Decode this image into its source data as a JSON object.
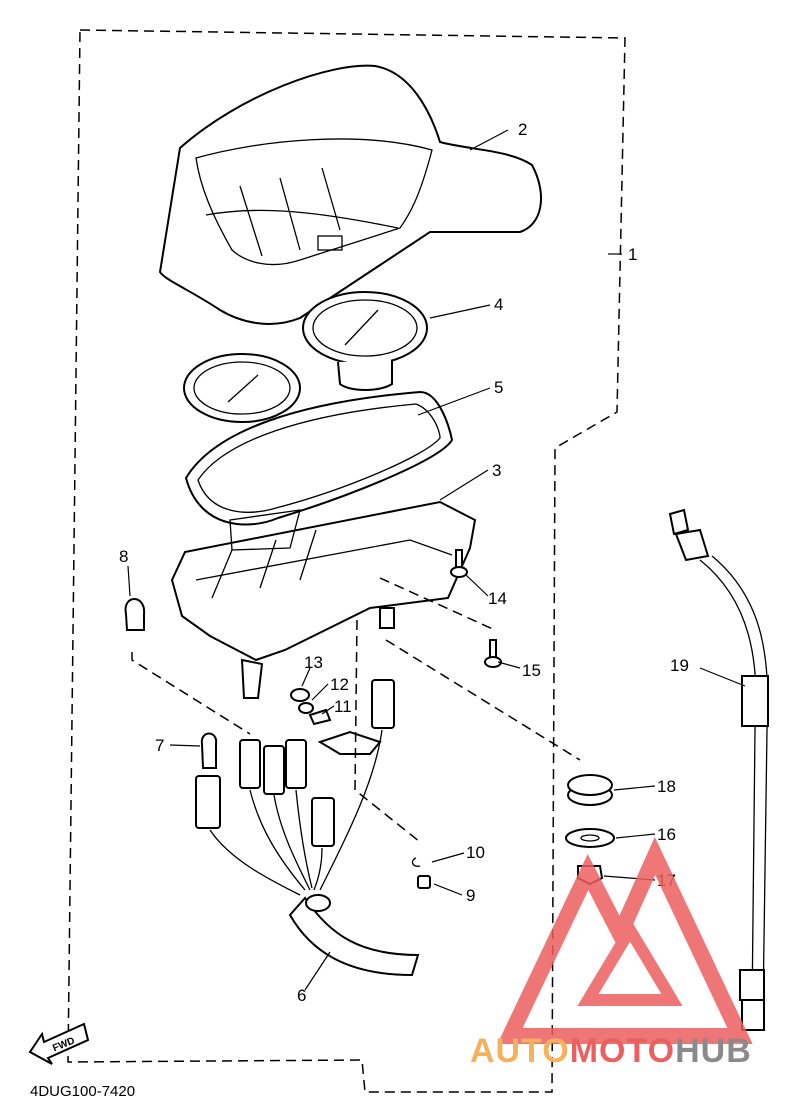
{
  "callouts": {
    "c1": "1",
    "c2": "2",
    "c3": "3",
    "c4": "4",
    "c5": "5",
    "c6": "6",
    "c7": "7",
    "c8": "8",
    "c9": "9",
    "c10": "10",
    "c11": "11",
    "c12": "12",
    "c13": "13",
    "c14": "14",
    "c15": "15",
    "c16": "16",
    "c17": "17",
    "c18": "18",
    "c19": "19"
  },
  "diagram_code": "4DUG100-7420",
  "fwd_label": "FWD",
  "watermark": {
    "part_a": "AUTO",
    "part_b": "MOTO",
    "part_c": "HUB"
  },
  "colors": {
    "line": "#000000",
    "watermark_red": "#ec5f5f",
    "watermark_orange": "#f4b25c",
    "watermark_gray": "#8a8a8a"
  }
}
